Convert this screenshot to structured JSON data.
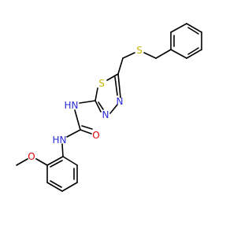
{
  "molecule": {
    "atoms": {
      "S_thioether": {
        "label": "S",
        "color": "#c8b400"
      },
      "S_ring": {
        "label": "S",
        "color": "#c8b400"
      },
      "N_ring_a": {
        "label": "N",
        "color": "#2b2bd6"
      },
      "N_ring_b": {
        "label": "N",
        "color": "#2b2bd6"
      },
      "N_H_upper": {
        "label": "N",
        "color": "#2b2bd6"
      },
      "H_upper": {
        "label": "H",
        "color": "#2b2bd6"
      },
      "N_H_lower": {
        "label": "N",
        "color": "#2b2bd6"
      },
      "H_lower": {
        "label": "H",
        "color": "#2b2bd6"
      },
      "O_carbonyl": {
        "label": "O",
        "color": "#e00000"
      },
      "O_methoxy": {
        "label": "O",
        "color": "#e00000"
      }
    }
  }
}
